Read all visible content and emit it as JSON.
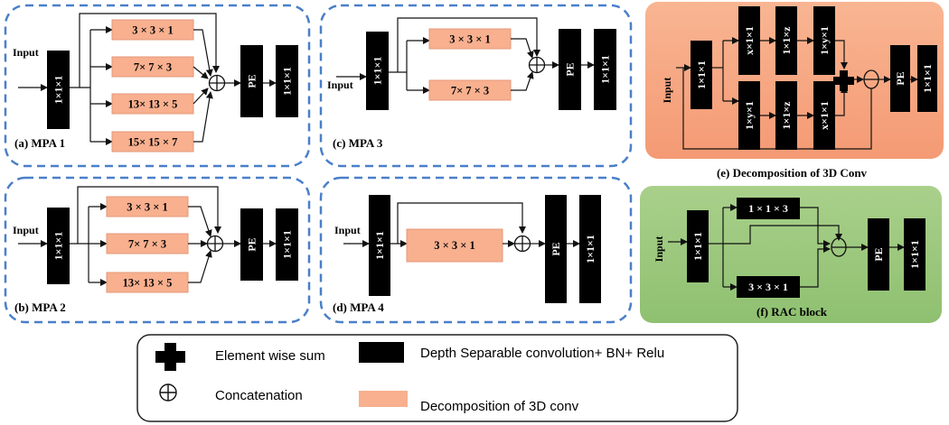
{
  "labels": {
    "input": "Input",
    "one_by_one": "1×1×1",
    "pe": "PE"
  },
  "mpa1": {
    "caption": "(a) MPA 1",
    "branches": [
      "3 × 3 × 1",
      "7× 7 × 3",
      "13× 13 × 5",
      "15× 15 × 7"
    ]
  },
  "mpa2": {
    "caption": "(b) MPA 2",
    "branches": [
      "3 × 3 × 1",
      "7× 7 × 3",
      "13× 13 × 5"
    ]
  },
  "mpa3": {
    "caption": "(c) MPA 3",
    "branches": [
      "3 × 3 × 1",
      "7× 7 × 3"
    ]
  },
  "mpa4": {
    "caption": "(d) MPA 4",
    "branches": [
      "3 × 3 × 1"
    ]
  },
  "decomp": {
    "caption": "(e) Decomposition of 3D Conv",
    "top_row": [
      "x×1×1",
      "1×1×z",
      "1×y×1"
    ],
    "bottom_row": [
      "1×y×1",
      "1×1×z",
      "x×1×1"
    ],
    "color": "#f7a882"
  },
  "rac": {
    "caption": "(f) RAC block",
    "top": "1 × 1 × 3",
    "bottom": "3 × 3 × 1",
    "color": "#9cc97e"
  },
  "legend": {
    "element_sum": "Element wise sum",
    "concat": "Concatenation",
    "depth_sep": "Depth Separable convolution+ BN+ Relu",
    "decomp_3d": "Decomposition of 3D conv"
  },
  "colors": {
    "frame": "#4a7fc9",
    "block": "#000000",
    "decomp_box": "#f8b08f"
  }
}
